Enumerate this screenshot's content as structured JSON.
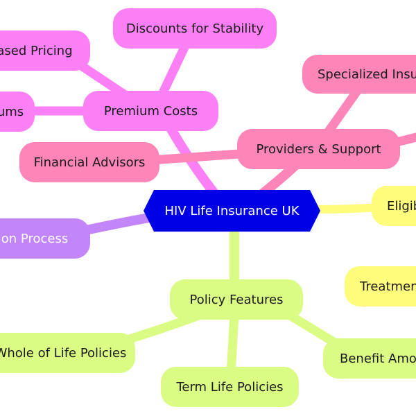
{
  "center": {
    "label": "HIV Life Insurance UK"
  },
  "premium": {
    "label": "Premium Costs",
    "children": [
      "Discounts for Stability",
      "ased Pricing",
      "ums"
    ]
  },
  "providers": {
    "label": "Providers & Support",
    "children": [
      "Specialized Insur",
      "Financial Advisors"
    ]
  },
  "eligibility": {
    "label": "Eligib",
    "children": [
      "Treatmen"
    ]
  },
  "application": {
    "label": "on Process"
  },
  "features": {
    "label": "Policy Features",
    "children": [
      "Whole of Life Policies",
      "Term Life Policies",
      "Benefit Amou"
    ]
  },
  "colors": {
    "center": "#0000e6",
    "premium": "#fb80f5",
    "providers": "#fd85b8",
    "eligibility": "#fffd7b",
    "application": "#c285fa",
    "features": "#dbfc84"
  }
}
